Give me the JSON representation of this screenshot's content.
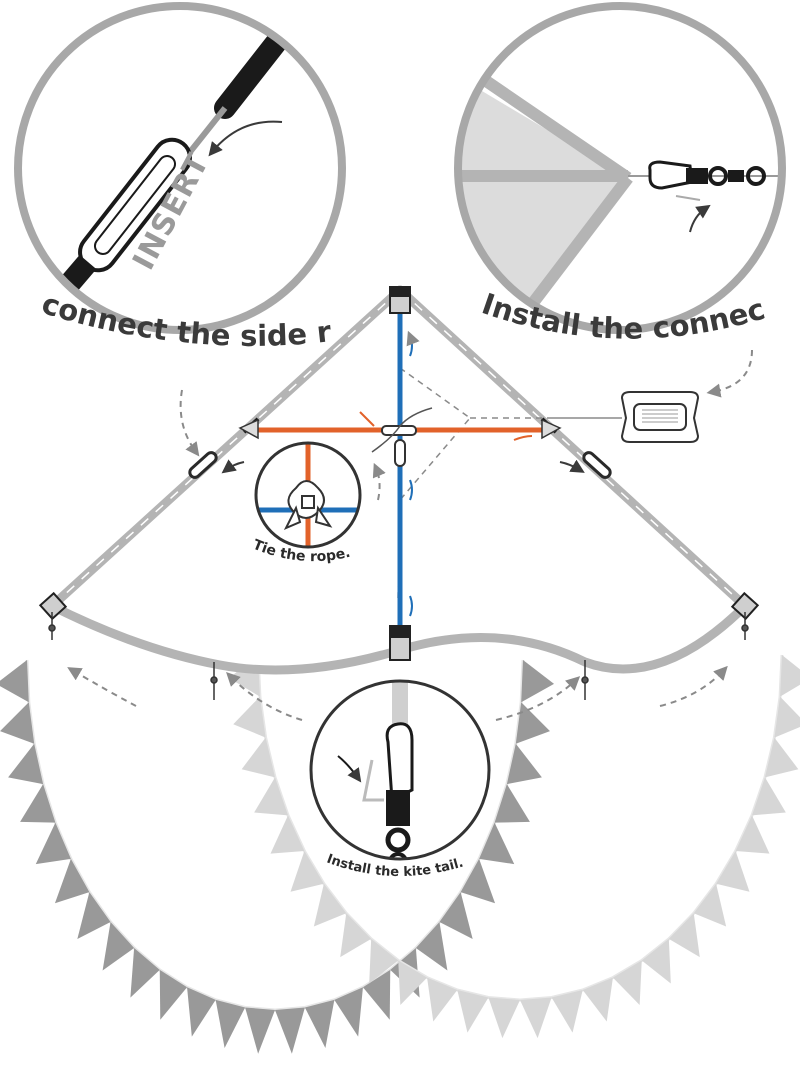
{
  "captions": {
    "connect_side_rods": "connect the side rods.",
    "install_connector": "Install the connector.",
    "tie_rope": "Tie the rope.",
    "install_tail": "Install the kite tail.",
    "insert": "INSERT"
  },
  "colors": {
    "frame_gray": "#b4b4b4",
    "vertical_spar": "#1f6fb8",
    "horizontal_spar": "#e2622a",
    "tail_dark": "#999999",
    "tail_light": "#d6d6d6",
    "circle_stroke": "#a8a8a8",
    "text_dark": "#3a3a3a"
  },
  "icons": [
    "rod-connector-icon",
    "swivel-clip-icon",
    "line-winder-icon",
    "knot-icon",
    "tail-clip-icon"
  ]
}
